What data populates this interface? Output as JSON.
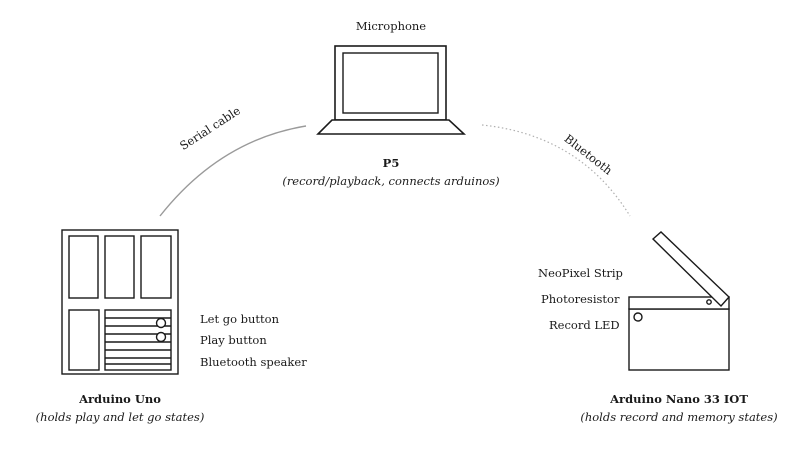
{
  "laptop": {
    "top_label": "Microphone",
    "name": "P5",
    "description": "(record/playback, connects arduinos)"
  },
  "links": {
    "serial": "Serial cable",
    "bluetooth": "Bluetooth"
  },
  "uno": {
    "name": "Arduino Uno",
    "description": "(holds play and let go states)",
    "components": [
      "Let go button",
      "Play button",
      "Bluetooth speaker"
    ]
  },
  "nano": {
    "name": "Arduino Nano 33 IOT",
    "description": "(holds record and memory states)",
    "components": [
      "NeoPixel Strip",
      "Photoresistor",
      "Record LED"
    ]
  }
}
